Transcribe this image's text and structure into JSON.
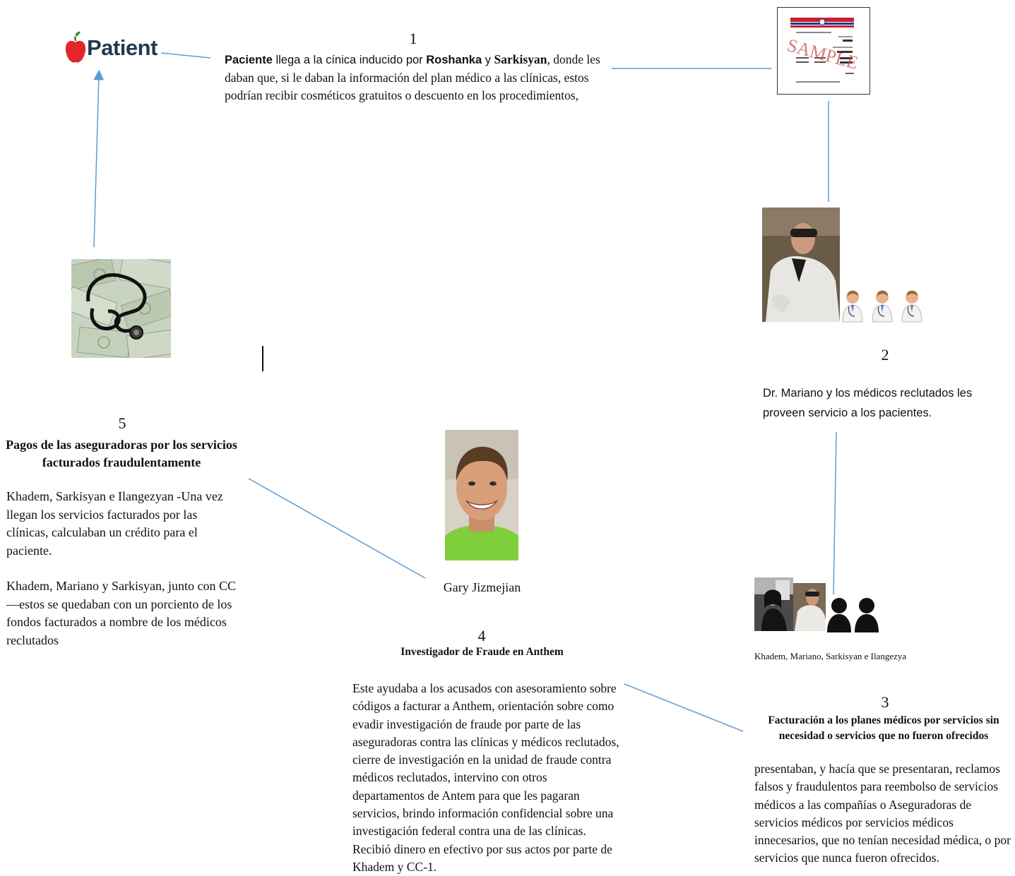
{
  "patient_logo": {
    "text": "Patient",
    "apple_color": "#e3262b",
    "text_color": "#1f3a52"
  },
  "step1": {
    "number": "1",
    "bold1": "Paciente",
    "t1": " llega a la cínica inducido por ",
    "bold2": "Roshanka",
    "t2": " y ",
    "bold3": "Sarkisyan",
    "t3": ", donde les daban que, si le daban la información del plan médico a las clínicas, estos podrían recibir cosméticos gratuitos o descuento en los procedimientos,"
  },
  "insurance_card": {
    "stamp": "SAMPLE",
    "icon": "insurance-card-image"
  },
  "doctor_photo": {
    "icon": "doctor-photo"
  },
  "doctor_icons": {
    "icon": "doctor-avatar-icon",
    "count": 3
  },
  "step2": {
    "number": "2",
    "text": "Dr. Mariano y los médicos reclutados les proveen servicio a los pacientes."
  },
  "money_image": {
    "icon": "money-stethoscope-image"
  },
  "step5": {
    "number": "5",
    "title": "Pagos de las aseguradoras por los servicios facturados fraudulentamente",
    "body1": "Khadem, Sarkisyan e Ilangezyan -Una vez llegan los servicios facturados por las clínicas, calculaban un crédito para el paciente.",
    "body2": "Khadem, Mariano y Sarkisyan, junto con CC—estos se quedaban con un porciento de los fondos facturados a nombre de los médicos reclutados"
  },
  "gary": {
    "name": "Gary Jizmejian",
    "icon": "person-photo"
  },
  "step4": {
    "number": "4",
    "title": "Investigador de Fraude en Anthem",
    "body": "Este ayudaba a los acusados con asesoramiento sobre códigos a facturar a Anthem, orientación sobre como evadir investigación de fraude por parte de las aseguradoras contra las clínicas y médicos reclutados, cierre de investigación en la unidad de fraude contra médicos reclutados, intervino con otros departamentos de Antem para que les pagaran servicios, brindo información confidencial sobre una investigación federal contra una de las clínicas. Recibió dinero en efectivo por sus actos por parte de Khadem y CC-1."
  },
  "group": {
    "caption": "Khadem, Mariano, Sarkisyan e Ilangezya",
    "icons": [
      "person-photo",
      "person-photo",
      "person-silhouette-icon",
      "person-silhouette-icon"
    ]
  },
  "step3": {
    "number": "3",
    "title": "Facturación a los planes médicos por servicios sin necesidad o servicios que no fueron ofrecidos",
    "body": "presentaban, y hacía que se presentaran, reclamos falsos y fraudulentos para reembolso de servicios médicos a las compañías o Aseguradoras de servicios médicos por servicios médicos innecesarios, que no tenían necesidad médica, o por servicios que nunca fueron ofrecidos."
  },
  "connector_color": "#5b9bd5"
}
